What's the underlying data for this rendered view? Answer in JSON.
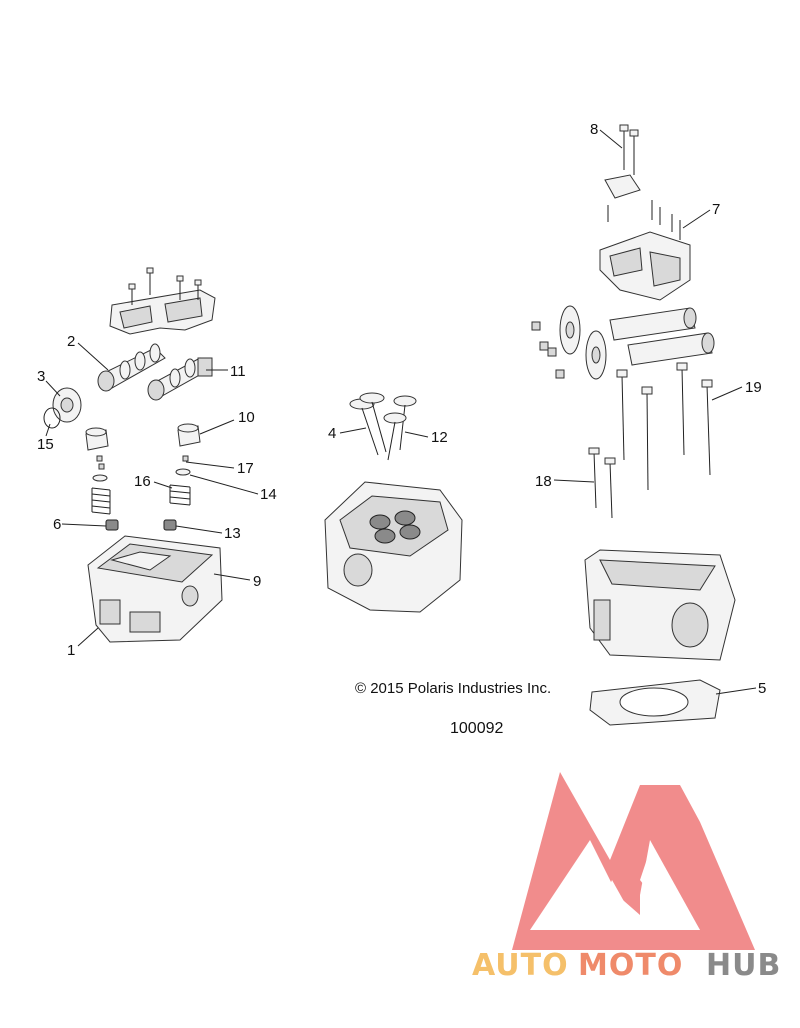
{
  "copyright": "© 2015 Polaris Industries Inc.",
  "part_number": "100092",
  "callouts": [
    "1",
    "2",
    "3",
    "4",
    "5",
    "6",
    "7",
    "8",
    "9",
    "10",
    "11",
    "12",
    "13",
    "14",
    "15",
    "16",
    "17",
    "18",
    "19"
  ],
  "watermark": {
    "word_a": "AUTO",
    "word_b": "MOTO",
    "word_c": "HUB",
    "color_a": "#f5c06a",
    "color_b": "#ef8a6a",
    "color_c": "#8a8a8a",
    "logo_color": "#f08080"
  }
}
